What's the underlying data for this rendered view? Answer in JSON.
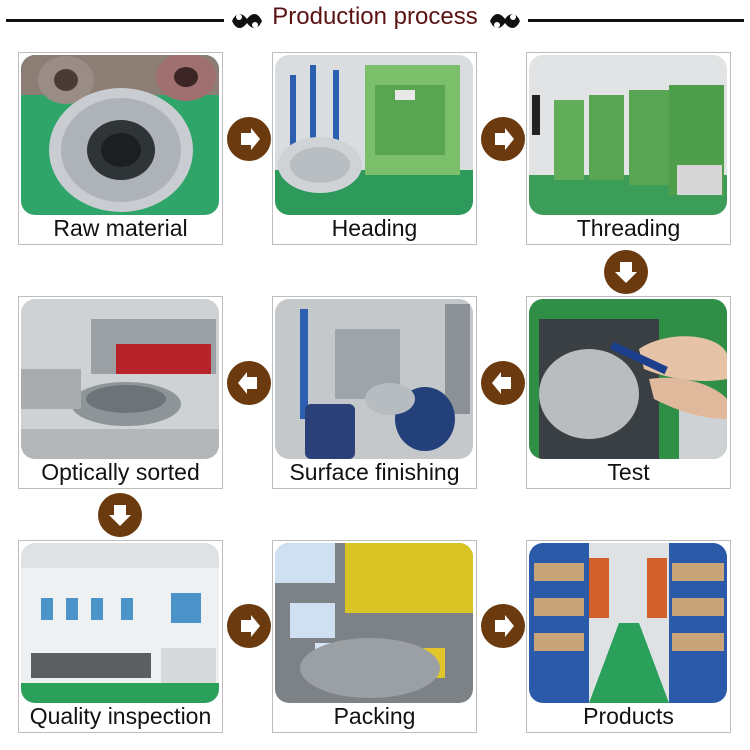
{
  "header": {
    "title": "Production process"
  },
  "colors": {
    "arrow": "#6b3a0f",
    "title": "#5a1212",
    "floor_green": "#1e9e5a",
    "machine_green": "#3c9a4a"
  },
  "steps": [
    {
      "label": "Raw material"
    },
    {
      "label": "Heading"
    },
    {
      "label": "Threading"
    },
    {
      "label": "Test"
    },
    {
      "label": "Surface finishing"
    },
    {
      "label": "Optically sorted"
    },
    {
      "label": "Quality inspection"
    },
    {
      "label": "Packing"
    },
    {
      "label": "Products"
    }
  ],
  "icons": [
    "arrow-right-icon",
    "arrow-down-icon",
    "arrow-left-icon"
  ]
}
